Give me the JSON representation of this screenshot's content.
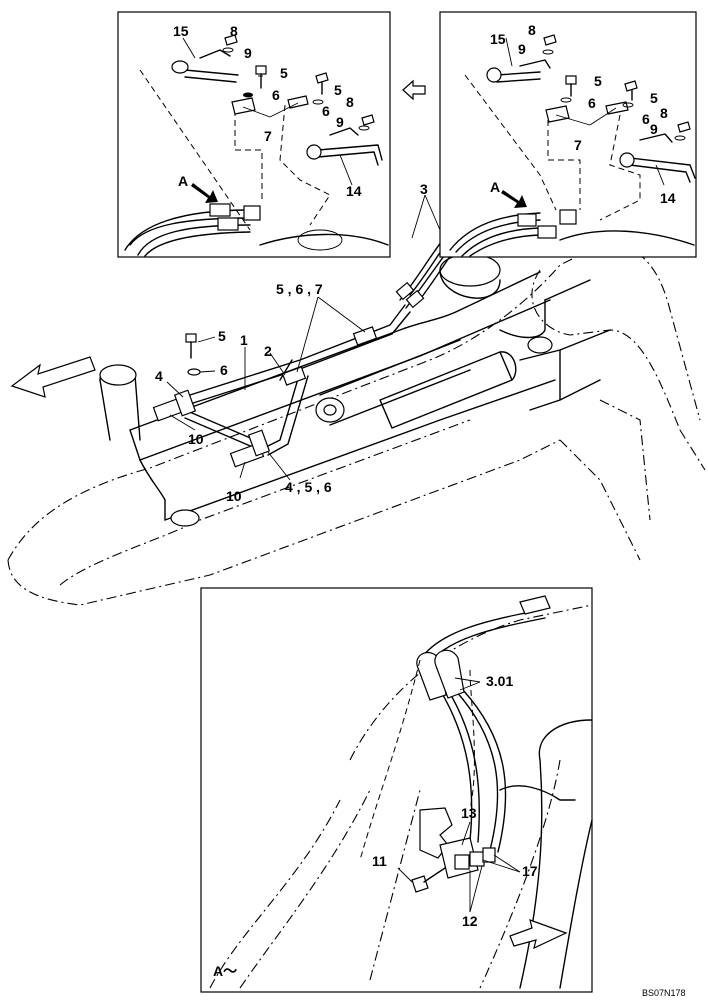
{
  "diagram": {
    "code": "BS07N178",
    "view_label": "A～",
    "callouts": {
      "tl_15": "15",
      "tl_8": "8",
      "tl_9": "9",
      "tl_5a": "5",
      "tl_6a": "6",
      "tl_5b": "5",
      "tl_6b": "6",
      "tl_8b": "8",
      "tl_9b": "9",
      "tl_7": "7",
      "tl_14": "14",
      "tl_A": "A",
      "tr_15": "15",
      "tr_8": "8",
      "tr_9": "9",
      "tr_5a": "5",
      "tr_6a": "6",
      "tr_5b": "5",
      "tr_6b": "6",
      "tr_8b": "8",
      "tr_9b": "9",
      "tr_7": "7",
      "tr_14": "14",
      "tr_A": "A",
      "m_3": "3",
      "m_567": "5 , 6 , 7",
      "m_5": "5",
      "m_1": "1",
      "m_2": "2",
      "m_4": "4",
      "m_6": "6",
      "m_10a": "10",
      "m_10b": "10",
      "m_456": "4 , 5 , 6",
      "b_301": "3.01",
      "b_13": "13",
      "b_11": "11",
      "b_17": "17",
      "b_12": "12"
    }
  }
}
